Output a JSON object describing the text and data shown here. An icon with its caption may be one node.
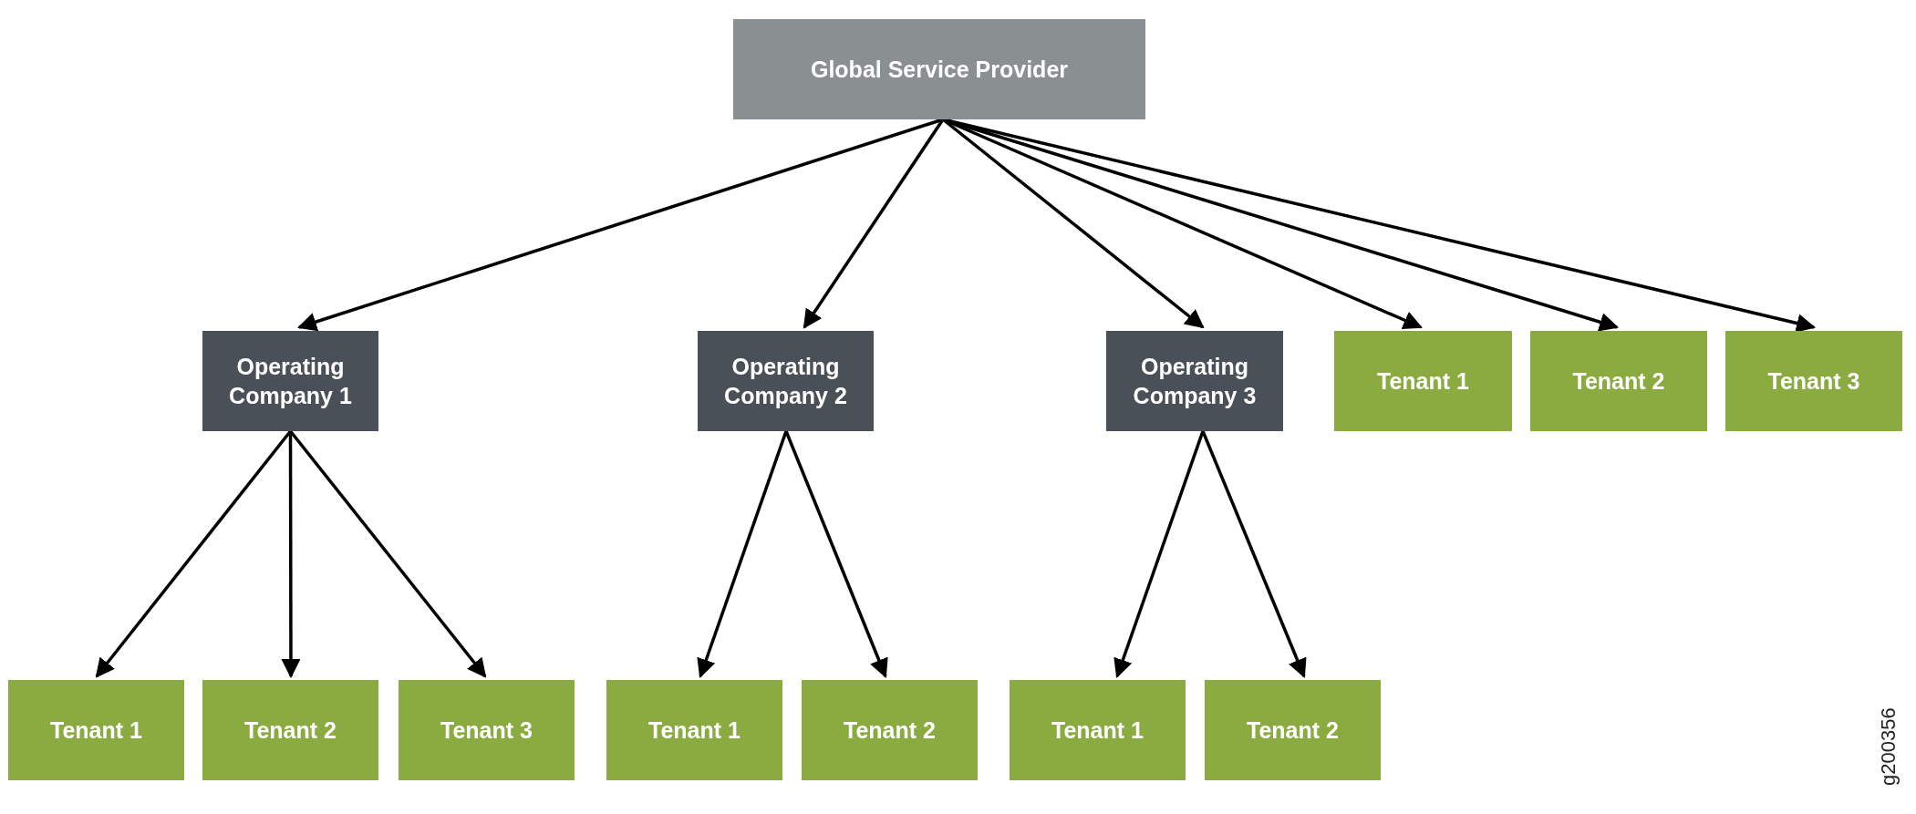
{
  "diagram": {
    "nodes": [
      {
        "text": [
          "Global Service Provider"
        ]
      },
      {
        "text": [
          "Operating Company 1"
        ]
      },
      {
        "text": [
          "Operating Company 2"
        ]
      },
      {
        "text": [
          "Operating Company 3"
        ]
      },
      {
        "text": [
          "Tenant 1"
        ]
      },
      {
        "text": [
          "Tenant 2"
        ]
      },
      {
        "text": [
          "Tenant 3"
        ]
      },
      {
        "text": [
          "Tenant 1"
        ]
      },
      {
        "text": [
          "Tenant 2"
        ]
      },
      {
        "text": [
          "Tenant 3"
        ]
      },
      {
        "text": [
          "Tenant 1"
        ]
      },
      {
        "text": [
          "Tenant 2"
        ]
      },
      {
        "text": [
          "Tenant 1"
        ]
      },
      {
        "text": [
          "Tenant 2"
        ]
      }
    ],
    "edges": [
      {
        "from": 0,
        "to": 1,
        "arrow": "to"
      },
      {
        "from": 0,
        "to": 2,
        "arrow": "to"
      },
      {
        "from": 0,
        "to": 3,
        "arrow": "to"
      },
      {
        "from": 0,
        "to": 4,
        "arrow": "to"
      },
      {
        "from": 0,
        "to": 5,
        "arrow": "to"
      },
      {
        "from": 0,
        "to": 6,
        "arrow": "to"
      },
      {
        "from": 1,
        "to": 7,
        "arrow": "to"
      },
      {
        "from": 1,
        "to": 8,
        "arrow": "to"
      },
      {
        "from": 1,
        "to": 9,
        "arrow": "to"
      },
      {
        "from": 2,
        "to": 10,
        "arrow": "to"
      },
      {
        "from": 2,
        "to": 11,
        "arrow": "to"
      },
      {
        "from": 3,
        "to": 12,
        "arrow": "to"
      },
      {
        "from": 3,
        "to": 13,
        "arrow": "to"
      }
    ],
    "labels": [
      "g200356"
    ]
  }
}
